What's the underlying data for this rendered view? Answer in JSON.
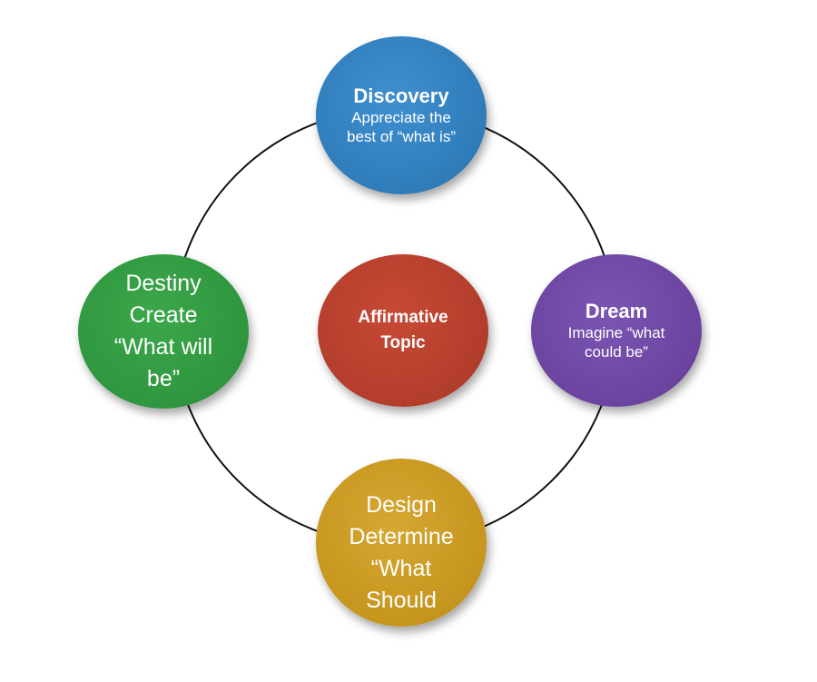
{
  "diagram": {
    "nodes": {
      "discovery": {
        "title": "Discovery",
        "subtitle": "Appreciate the\nbest of “what is”",
        "color": "#2f7cb9"
      },
      "dream": {
        "title": "Dream",
        "subtitle": "Imagine “what\ncould be”",
        "color": "#6a449f"
      },
      "destiny": {
        "text": "Destiny\nCreate\n“What will\nbe”",
        "color": "#2f963f"
      },
      "design": {
        "text": "Design\nDetermine\n“What\nShould",
        "color": "#c6951e"
      },
      "center": {
        "text": "Affirmative\nTopic",
        "color": "#b33d2b"
      }
    },
    "ring_color": "#111111"
  }
}
